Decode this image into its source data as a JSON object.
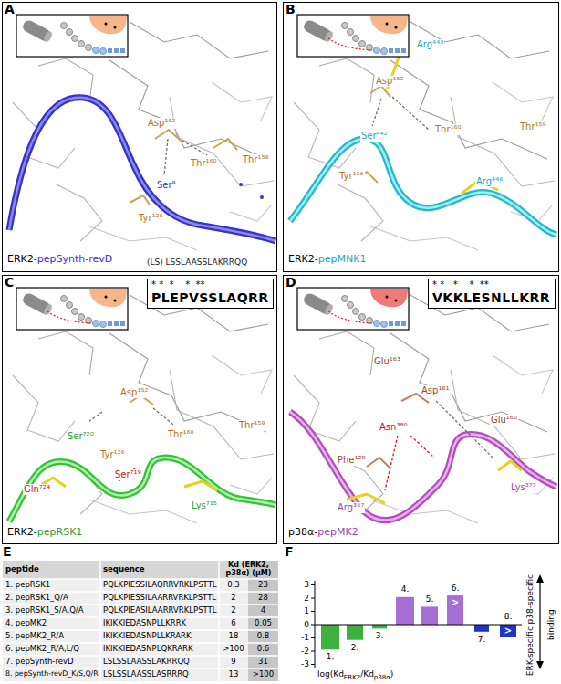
{
  "diagram": {
    "nodes": [
      {
        "text": [
          "A",
          "ERK2-",
          "pepSynth-revD",
          "(LS) LSSLAASSLAKRRQQ",
          "Asp¹⁵²",
          "Thr¹⁶⁰",
          "Thr¹⁵⁹",
          "Ser⁹",
          "Tyr¹²⁶"
        ]
      },
      {
        "text": [
          "B",
          "ERK2-",
          "pepMNK1",
          "Arg⁴⁴³",
          "Asp¹⁵²",
          "Ser⁴⁴²",
          "Thr¹⁶⁰",
          "Thr¹⁵⁹",
          "Tyr¹²⁶",
          "Arg⁴⁴⁶"
        ]
      },
      {
        "text": [
          "C",
          "ERK2-",
          "pepRSK1",
          "Asp¹⁵²",
          "Thr¹⁶⁰",
          "Thr¹⁵⁹",
          "Ser⁷²⁰",
          "Tyr¹²⁶",
          "Ser⁷¹⁹",
          "Gln⁷²⁴",
          "Lys⁷¹⁵"
        ]
      },
      {
        "text": [
          "* *  *    *  **",
          "PLEPVSSLAQRR"
        ],
        "in": 2
      },
      {
        "text": [
          "D",
          "p38α-",
          "pepMK2",
          "Glu¹⁶³",
          "Asp¹⁶¹",
          "Glu¹⁶⁰",
          "Asn³⁸⁰",
          "Phe¹²⁹",
          "Lys³⁷³",
          "Arg³⁶⁷"
        ]
      },
      {
        "text": [
          "* *   *    *  **",
          "VKKLESNLLKRR"
        ],
        "in": 4
      }
    ],
    "labels": [
      "E",
      "peptide",
      "sequence",
      "Kd (ERK2, p38α) (μM)",
      "1. pepRSK1",
      "PQLKPIESSILAQRRVRKLPSTTL",
      "0.3",
      "23",
      "2. pepRSK1_Q/A",
      "PQLKPIESSILAARRVRKLPSTTL",
      "2",
      "28",
      "3. pepRSK1_S/A,Q/A",
      "PQLKPIEASILAARRVRKLPSTTL",
      "2",
      "4",
      "4. pepMK2",
      "IKIKKIEDASNPLLKRRK",
      "6",
      "0.05",
      "5. pepMK2_R/A",
      "IKIKKIEDASNPLLKRARK",
      "18",
      "0.8",
      "6. pepMK2_R/A,L/Q",
      "IKIKKIEDASNPLQKRARK",
      ">100",
      "0.6",
      "7. pepSynth-revD",
      "LSLSSLAASSLAKRRQQ",
      "9",
      "31",
      "8. pepSynth-revD_K/S,Q/R",
      "LSLSSLAASSLASRRRQ",
      "13",
      ">100",
      "F",
      "3",
      "2",
      "1",
      "0",
      "-1",
      "-2",
      "-3",
      "1.",
      "2.",
      "3.",
      "4.",
      "5.",
      "6.",
      "7.",
      "8.",
      ">",
      ">",
      "p38-specific",
      "binding",
      "ERK-specific",
      "log(Kd",
      "ERK2",
      "/Kd",
      "p38α",
      ")"
    ]
  }
}
